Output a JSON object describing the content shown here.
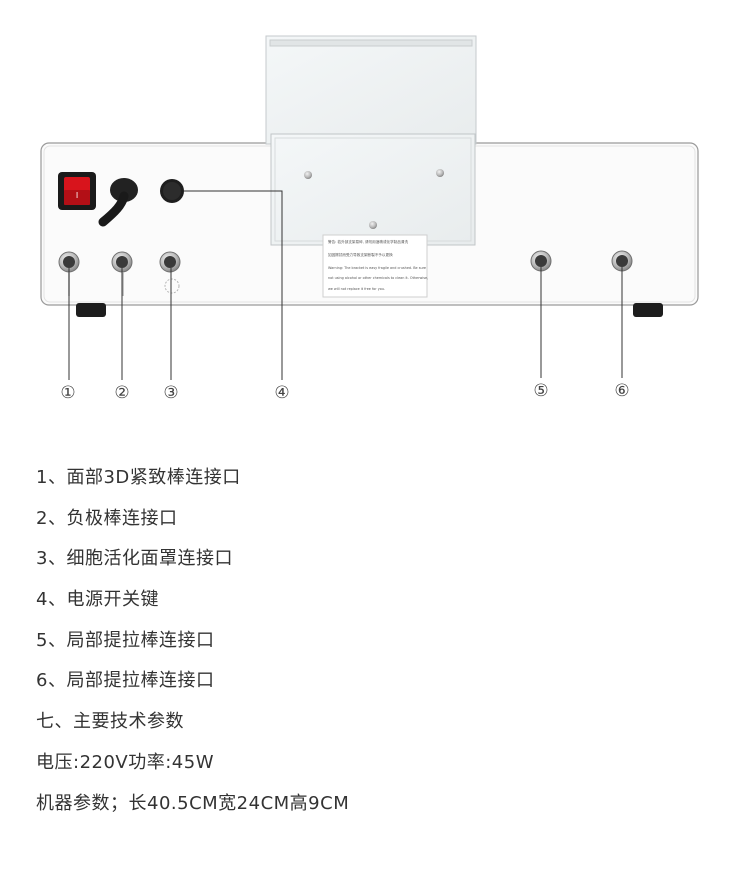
{
  "callouts": [
    "①",
    "②",
    "③",
    "④",
    "⑤",
    "⑥"
  ],
  "warning_label": {
    "lines": [
      "警告: 若外部支架易碎, 请勿用酒精或化学制品清洗",
      "如因擦拭而受力导致支架断裂不予以更换",
      "Warning: The bracket is easy fragile and crushed. Be sure",
      "not using alcohol or other chemicals to clean it. Otherwise,",
      "we will not replace it free for you."
    ]
  },
  "specs": [
    "1、面部3D紧致棒连接口",
    "2、负极棒连接口",
    "3、细胞活化面罩连接口",
    "4、电源开关键",
    "5、局部提拉棒连接口",
    "6、局部提拉棒连接口",
    "七、主要技术参数",
    "电压:220V功率:45W",
    "机器参数；长40.5CM宽24CM高9CM"
  ],
  "colors": {
    "switch_red": "#d8141c",
    "panel_white": "#fbfbfb",
    "connector_metal": "#b9b9b9"
  }
}
